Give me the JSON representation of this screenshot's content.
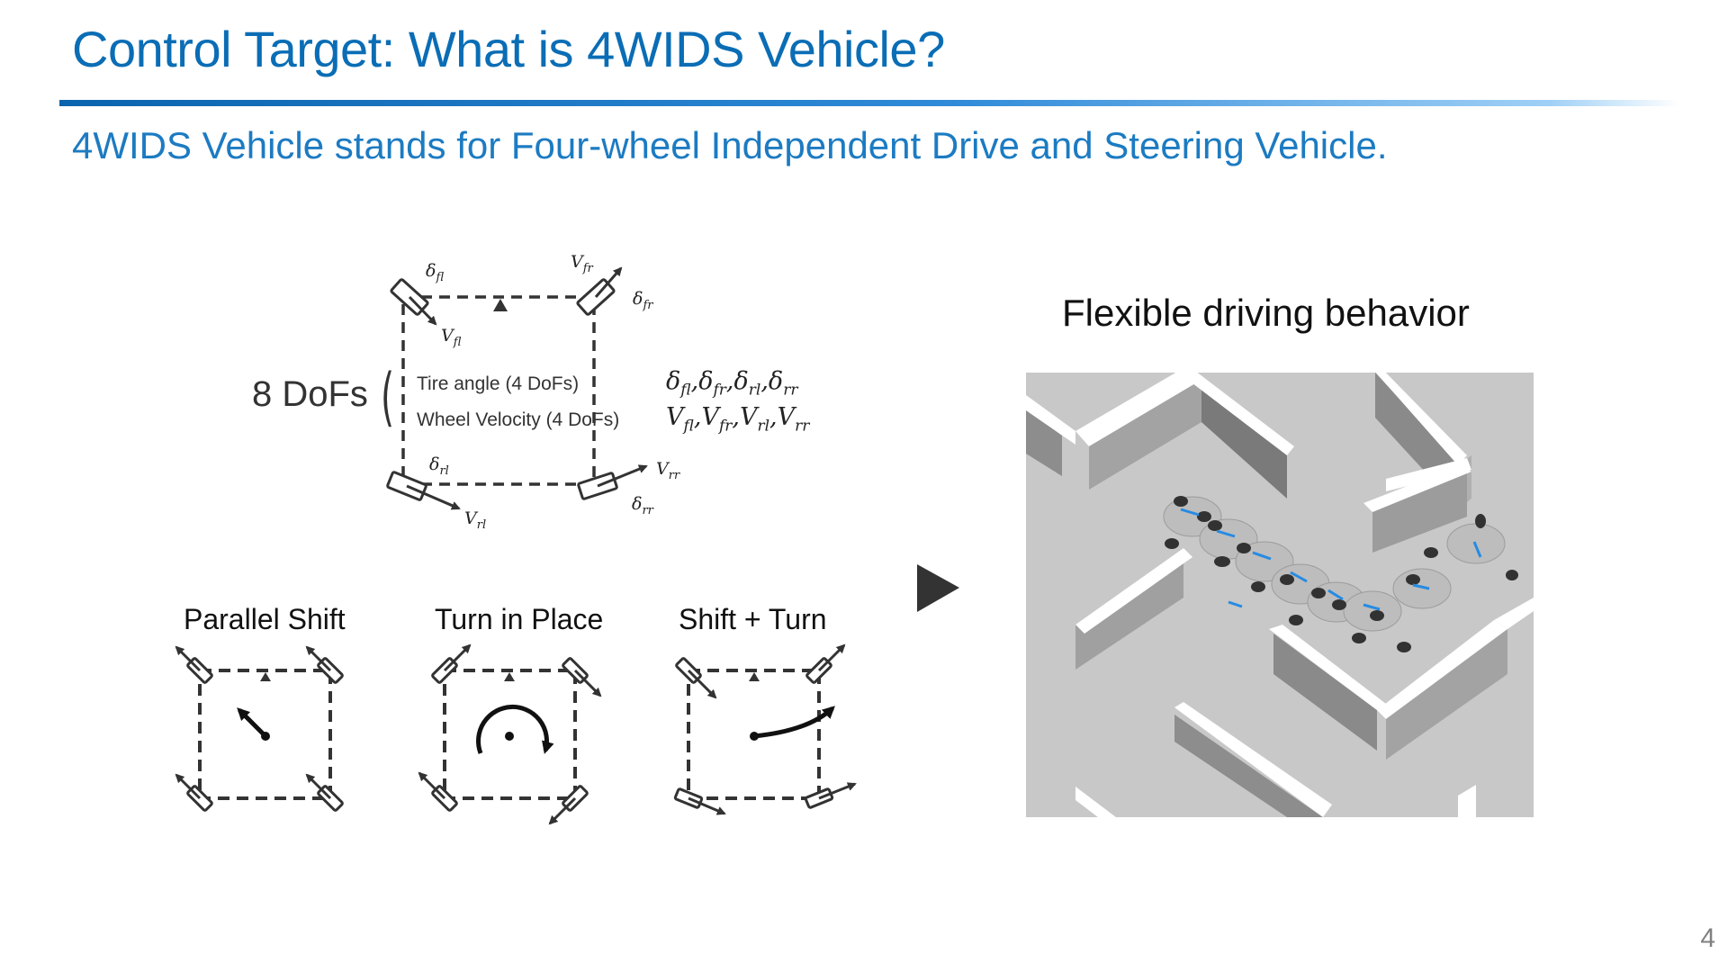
{
  "title": "Control Target: What is 4WIDS Vehicle?",
  "subtitle": "4WIDS Vehicle stands for Four-wheel Independent Drive and Steering Vehicle.",
  "diagram": {
    "dofs_label": "8 DoFs",
    "tire_angle_label": "Tire angle (4 DoFs)",
    "wheel_velocity_label": "Wheel Velocity (4 DoFs)",
    "symbol_delta": "δ",
    "symbol_v": "V",
    "subs": {
      "fl": "fl",
      "fr": "fr",
      "rl": "rl",
      "rr": "rr"
    },
    "comma": ","
  },
  "modes": {
    "parallel_shift": "Parallel Shift",
    "turn_in_place": "Turn in Place",
    "shift_turn": "Shift + Turn"
  },
  "simulation": {
    "title": "Flexible driving behavior",
    "accent_color": "#1e88e5"
  },
  "page_number": "4"
}
